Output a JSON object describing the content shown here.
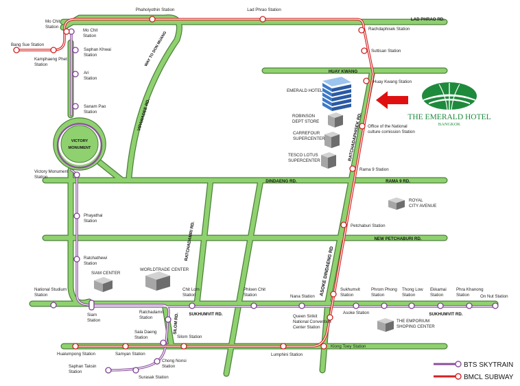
{
  "roads": {
    "lad_phrao": "LAD PHRAO RD.",
    "huay_kwang": "HUAY KWANG",
    "ratchadaphisek": "RATCHADAPHISEK RD.",
    "vipawadee": "VIPAWADEE RD.",
    "way_to_don_muang": "WAY TO DON MUANG",
    "dindaeng": "DINDAENG RD.",
    "rama9": "RAMA 9 RD.",
    "new_petchaburi": "NEW PETCHABURI RD.",
    "ratchadamri": "RATCHADAMRI RD.",
    "asoke_dindaeng": "ASOKE DINDAENG RD",
    "sukhumvit_1": "SUKHUMVIT RD.",
    "sukhumvit_2": "SUKHUMVIT RD.",
    "silom": "SILOM RD."
  },
  "circle": "VICTORY MONUMENT",
  "stations": {
    "phaholyothin": "Phaholyothin Station",
    "lad_phrao": "Lad Phrao Station",
    "mo_chit_red": "Mo Chit Station",
    "mo_chit_bts": "Mo Chit Station",
    "bang_sue": "Bang Sue Station",
    "kamphaeng_phet": "Kamphaeng Phet Station",
    "saphan_khwai": "Saphan Khwai Station",
    "ari": "Ari Station",
    "sanam_pao": "Sanam Pao Station",
    "victory_monument": "Victory Monument Station",
    "phayathai": "Phayathai Station",
    "ratchathewi": "Ratchathewi Station",
    "national_stadium": "National Studium Station",
    "siam": "Siam Station",
    "ratchadamri": "Ratchadamri Station",
    "sala_daeng": "Sala Daeng Station",
    "chong_nonsi": "Chong Nonsi Station",
    "surasak": "Surasak Station",
    "saphan_taksin": "Saphan Taksin Station",
    "chit_lom": "Chit Lom Station",
    "phloen_chit": "Phloen Chit Station",
    "nana": "Nana Station",
    "asoke": "Asoke Station",
    "phrom_phong": "Phrom Phong Station",
    "thong_low": "Thong Low Station",
    "ekkamai": "Ekkamai Station",
    "phra_khanong": "Phra Khanong Station",
    "on_nut": "On Nut Station",
    "ratchadaphisek": "Rachdaphisek Station",
    "sutthisan": "Suttisan Station",
    "huay_kwang": "Huay Kwang Station",
    "culture": "Office of the National culture comission Station",
    "rama9": "Rama 9 Station",
    "petchaburi": "Petchaburi Station",
    "sukhumvit": "Sukhumvit Station",
    "qsncc": "Queen Sirikit National Convention Center Station",
    "klong_toey": "Klong Toey Station",
    "lumphini": "Lumphini Station",
    "silom": "Silom Station",
    "samyan": "Samyan Station",
    "hualumpong": "Hualumpong Station"
  },
  "buildings": {
    "emerald": "EMERALD HOTEL",
    "robinson": "ROBINSON DEPT STORE",
    "carrefour": "CARREFOUR SUPERCENTER",
    "tesco": "TESCO LOTUS SUPERCENTER",
    "royal_city": "ROYAL CITY AVENUE",
    "siam_center": "SIAM CENTER",
    "world_trade": "WORLDTRADE CENTER",
    "emporium": "THE EMPORIUM SHOPING CENTER"
  },
  "logo": {
    "title": "THE EMERALD HOTEL",
    "subtitle": "BANGKOK"
  },
  "legend": {
    "bts": "BTS SKYTRAIN",
    "subway": "BMCL SUBWAY"
  },
  "colors": {
    "road": "#8fd16f",
    "road_outline": "#4a7f3a",
    "bts": "#8a4f9c",
    "subway": "#d42020",
    "logo_green": "#1e8a3c",
    "arrow": "#e01010",
    "hotel_blue": "#3c79c8"
  }
}
